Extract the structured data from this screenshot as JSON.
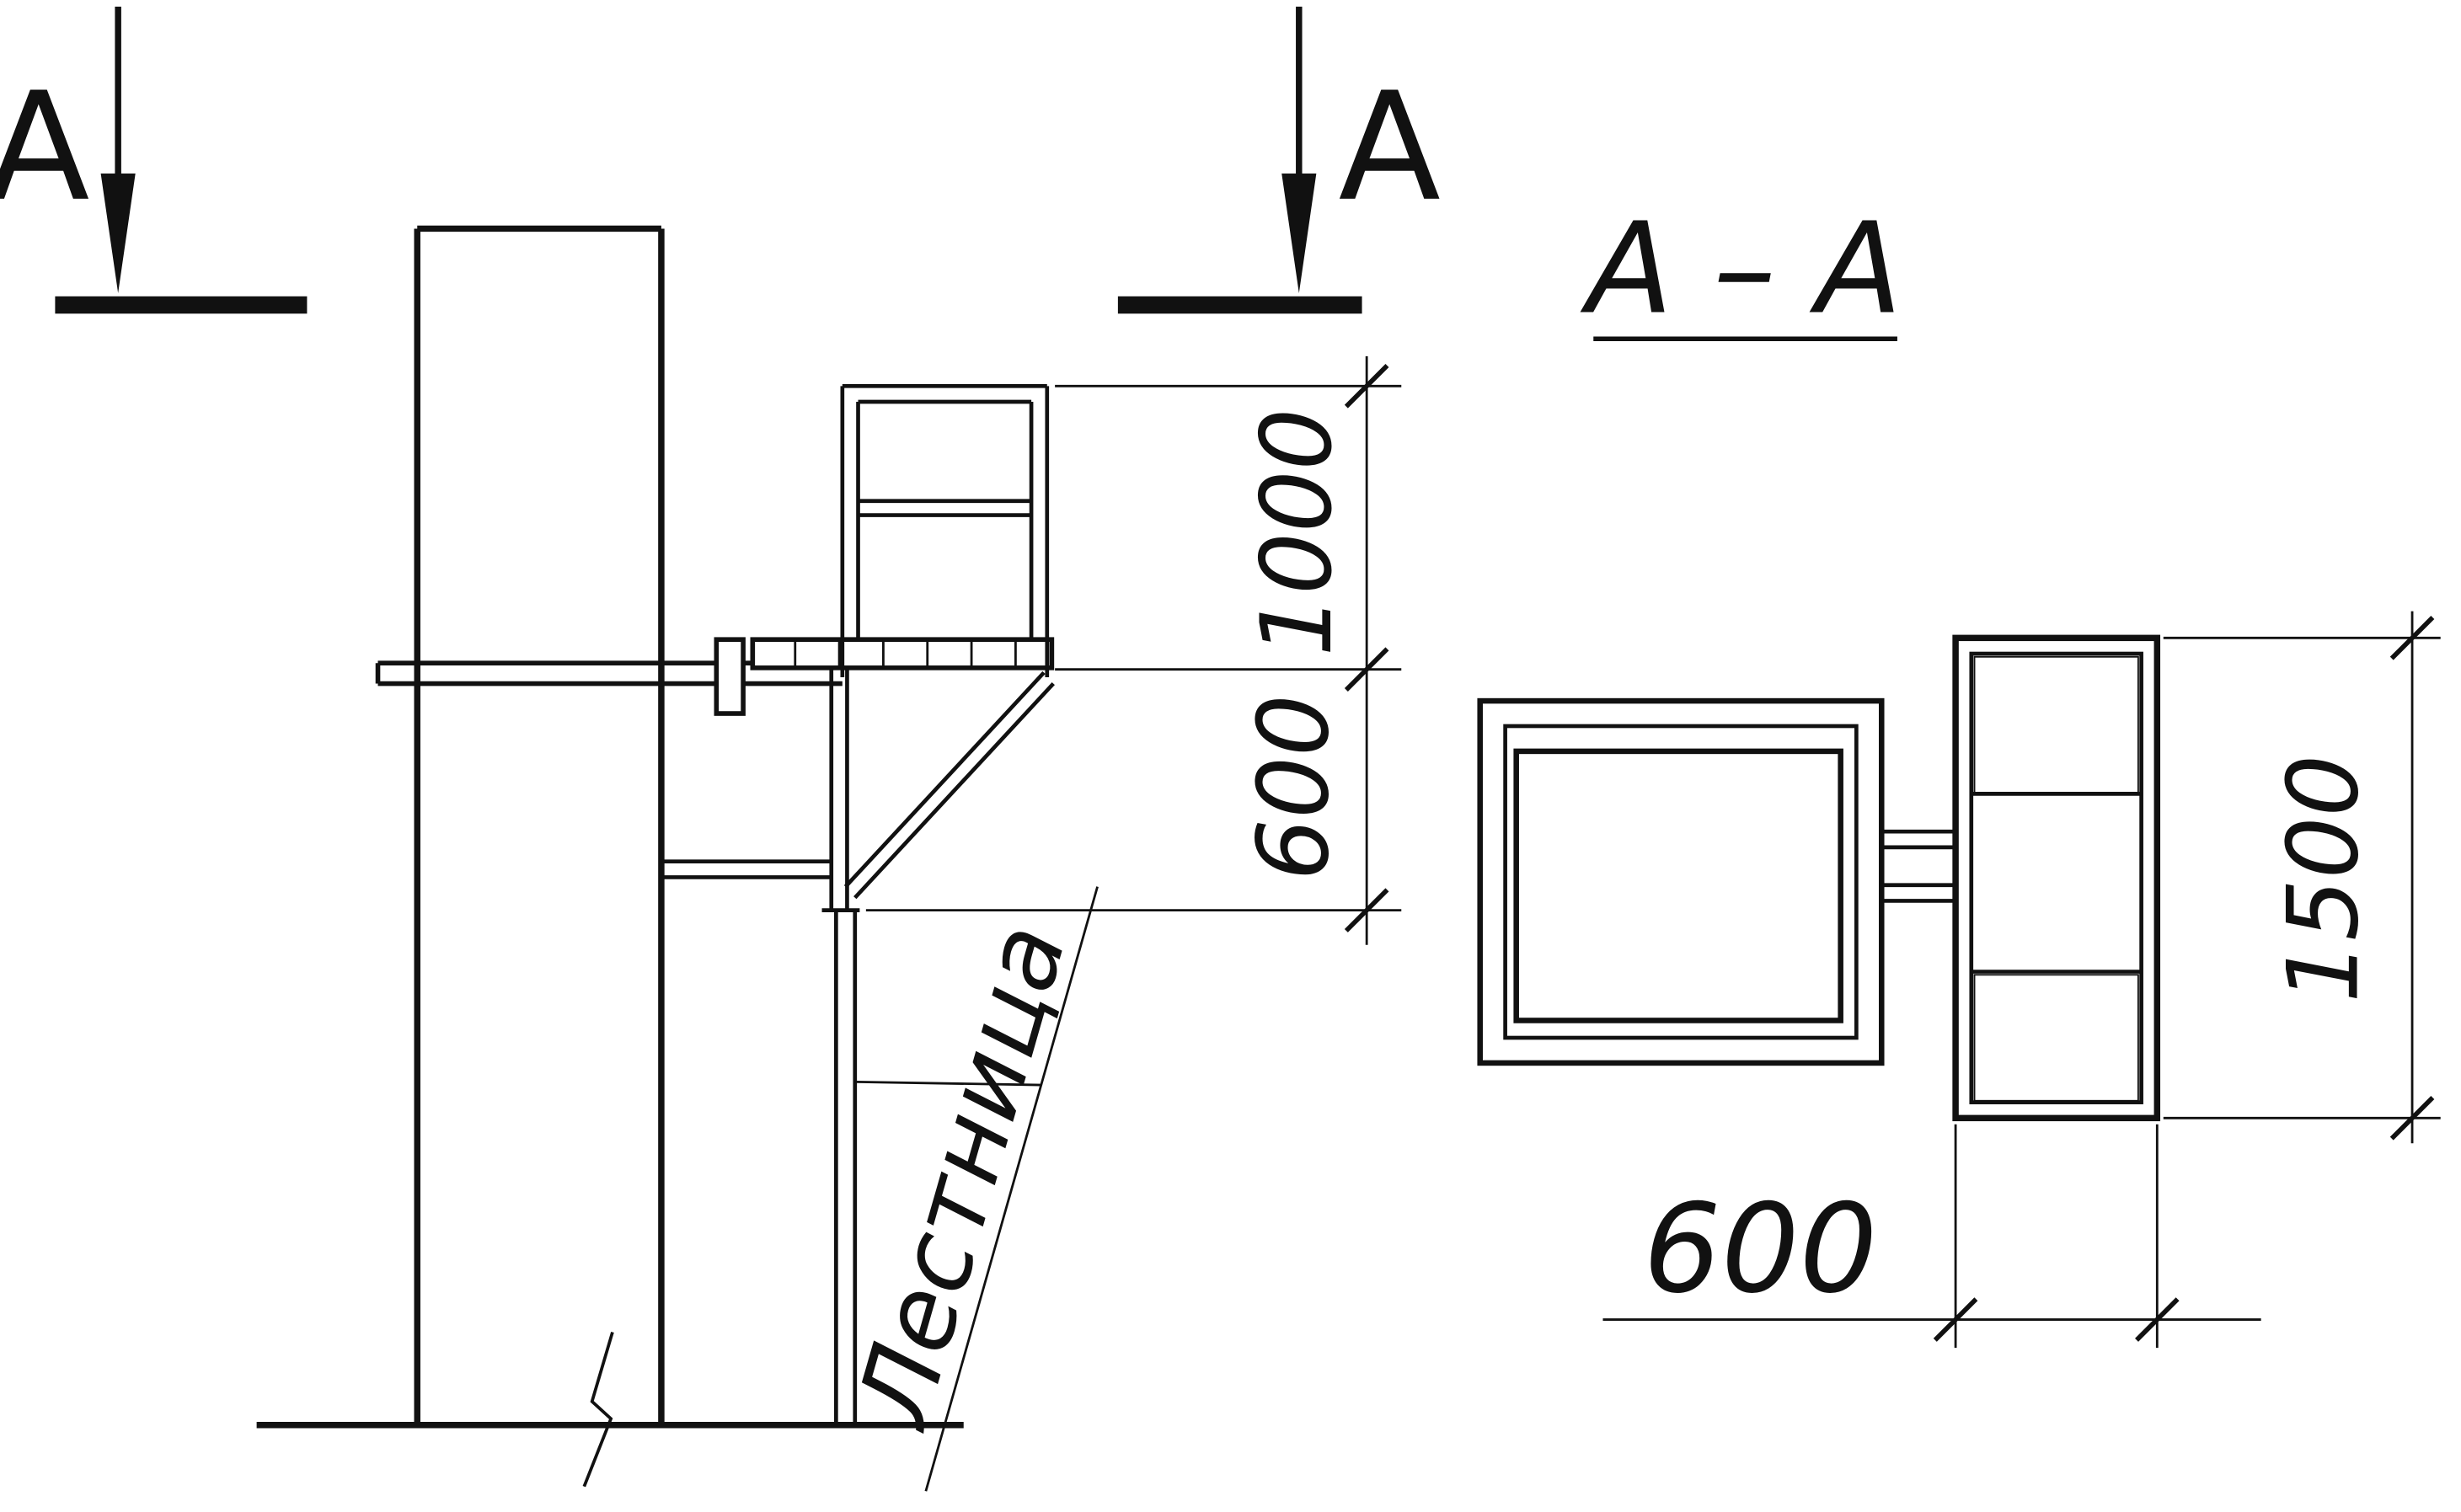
{
  "colors": {
    "background": "#ffffff",
    "ink": "#111111"
  },
  "section_markers": {
    "left_label": "А",
    "right_label": "А"
  },
  "section_view_title": "А – А",
  "elevation": {
    "ladder_label": "Лестница",
    "dims": {
      "guard_height": "1000",
      "bracket_depth": "600"
    }
  },
  "section_aa": {
    "dims": {
      "platform_length": "1500",
      "platform_width": "600"
    }
  }
}
